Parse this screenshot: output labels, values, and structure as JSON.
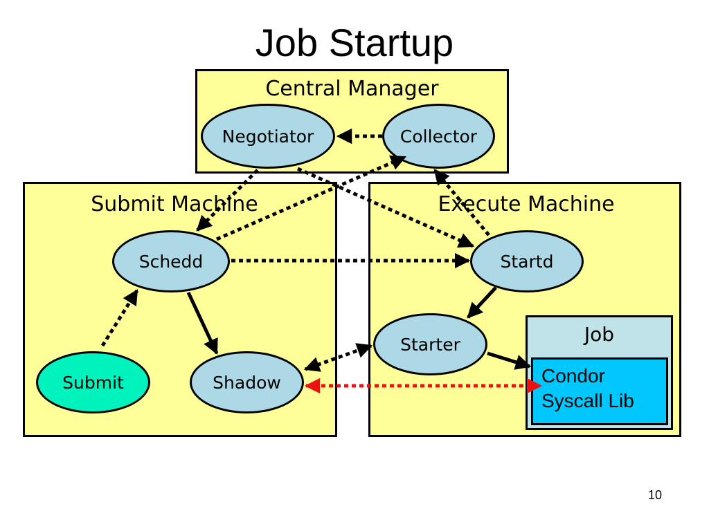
{
  "title": "Job Startup",
  "colors": {
    "box_fill": "#ffff99",
    "node_fill": "#add8e6",
    "submit_fill": "#00f2bd",
    "job_fill": "#bfe3e8",
    "lib_fill": "#00c8ff",
    "arrow_black": "#000000",
    "arrow_red": "#ee1111"
  },
  "boxes": {
    "central_manager": "Central Manager",
    "submit_machine": "Submit Machine",
    "execute_machine": "Execute Machine",
    "job": "Job"
  },
  "nodes": {
    "negotiator": "Negotiator",
    "collector": "Collector",
    "schedd": "Schedd",
    "startd": "Startd",
    "starter": "Starter",
    "submit": "Submit",
    "shadow": "Shadow"
  },
  "library": {
    "line1": "Condor",
    "line2": "Syscall Lib"
  },
  "edges": [
    {
      "from": "collector",
      "to": "negotiator",
      "style": "dotted"
    },
    {
      "from": "negotiator",
      "to": "schedd",
      "style": "dotted"
    },
    {
      "from": "schedd",
      "to": "collector",
      "style": "dotted"
    },
    {
      "from": "negotiator",
      "to": "startd",
      "style": "dotted"
    },
    {
      "from": "startd",
      "to": "collector",
      "style": "dotted"
    },
    {
      "from": "schedd",
      "to": "startd",
      "style": "dotted"
    },
    {
      "from": "submit",
      "to": "schedd",
      "style": "dotted"
    },
    {
      "from": "schedd",
      "to": "shadow",
      "style": "solid"
    },
    {
      "from": "startd",
      "to": "starter",
      "style": "solid"
    },
    {
      "from": "starter",
      "to": "shadow",
      "style": "dotted-bidirectional"
    },
    {
      "from": "starter",
      "to": "job",
      "style": "solid"
    },
    {
      "from": "shadow",
      "to": "condor-syscall-lib",
      "style": "dotted-bidirectional",
      "color": "red"
    }
  ],
  "page_number": "10"
}
